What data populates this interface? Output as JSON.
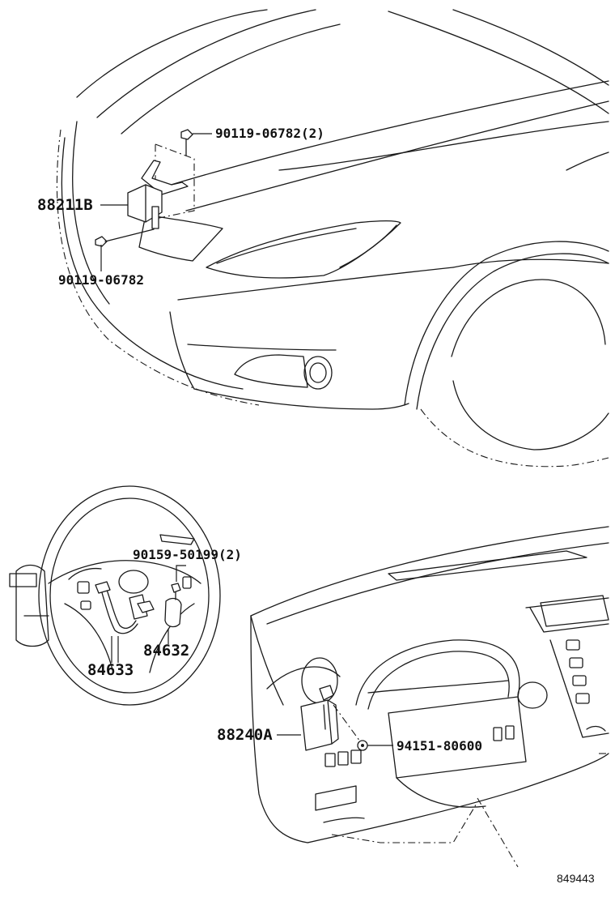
{
  "callouts": {
    "bolt_top": "90119-06782(2)",
    "radar_sensor": "88211B",
    "bolt_bottom": "90119-06782",
    "steering_screw": "90159-50199(2)",
    "switch_right": "84632",
    "switch_left": "84633",
    "ecu_module": "88240A",
    "nut": "94151-80600"
  },
  "figure_id": "849443"
}
